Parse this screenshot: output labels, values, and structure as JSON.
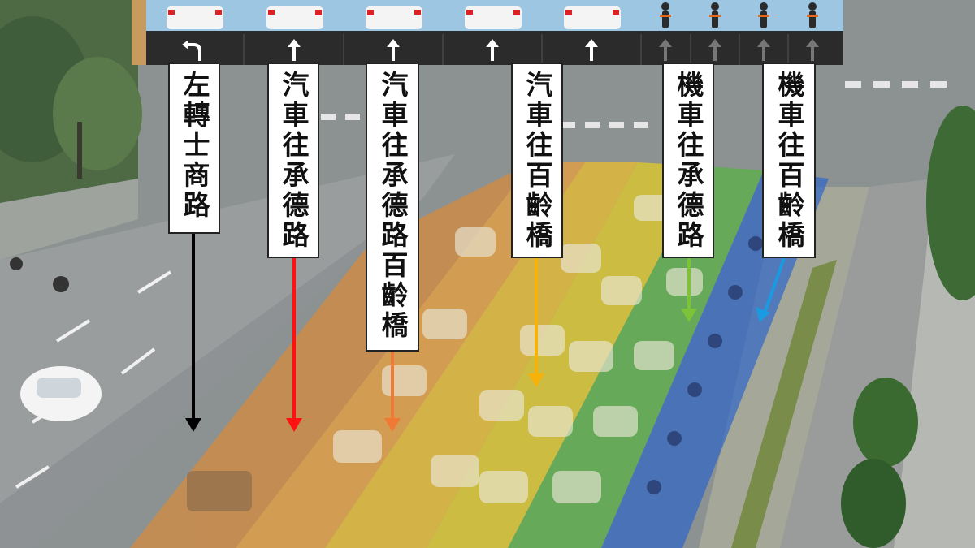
{
  "lanes": [
    {
      "label": "左轉士商路",
      "arrow": "left-turn",
      "color": "#000000"
    },
    {
      "label": "汽車往承德路",
      "arrow": "straight",
      "color": "#ff1111"
    },
    {
      "label": "汽車往承德路百齡橋",
      "arrow": "straight",
      "color": "#f07a35"
    },
    {
      "label": "汽車往百齡橋",
      "arrow": "straight",
      "color": "#f6b20a"
    },
    {
      "label": "機車往承德路",
      "arrow": "straight",
      "color": "#7cc33a"
    },
    {
      "label": "機車往百齡橋",
      "arrow": "straight",
      "color": "#1a9be0"
    }
  ],
  "overlay_colors": {
    "lane1": "#d98b3a",
    "lane2": "#f0a238",
    "lane3": "#f2c12a",
    "lane4": "#e8cf22",
    "lane5": "#56b440",
    "lane6": "#2f66c8"
  },
  "banner": {
    "sky": "#9cc6e2",
    "road": "#2b2b2b",
    "curb": "#c79a5e"
  }
}
